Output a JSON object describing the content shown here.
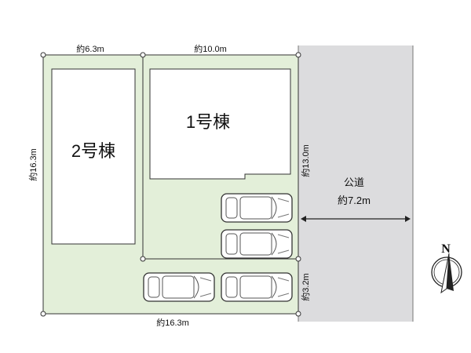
{
  "dimensions": {
    "top_left": "約6.3m",
    "top_right": "約10.0m",
    "left": "約16.3m",
    "bottom": "約16.3m",
    "right_upper": "約13.0m",
    "right_lower": "約3.2m"
  },
  "buildings": {
    "b1": "1号棟",
    "b2": "2号棟"
  },
  "road": {
    "label": "公道",
    "width": "約7.2m"
  },
  "compass": {
    "label": "N"
  },
  "colors": {
    "lot": "#e3efd9",
    "road": "#dcdcde",
    "line": "#333333"
  }
}
